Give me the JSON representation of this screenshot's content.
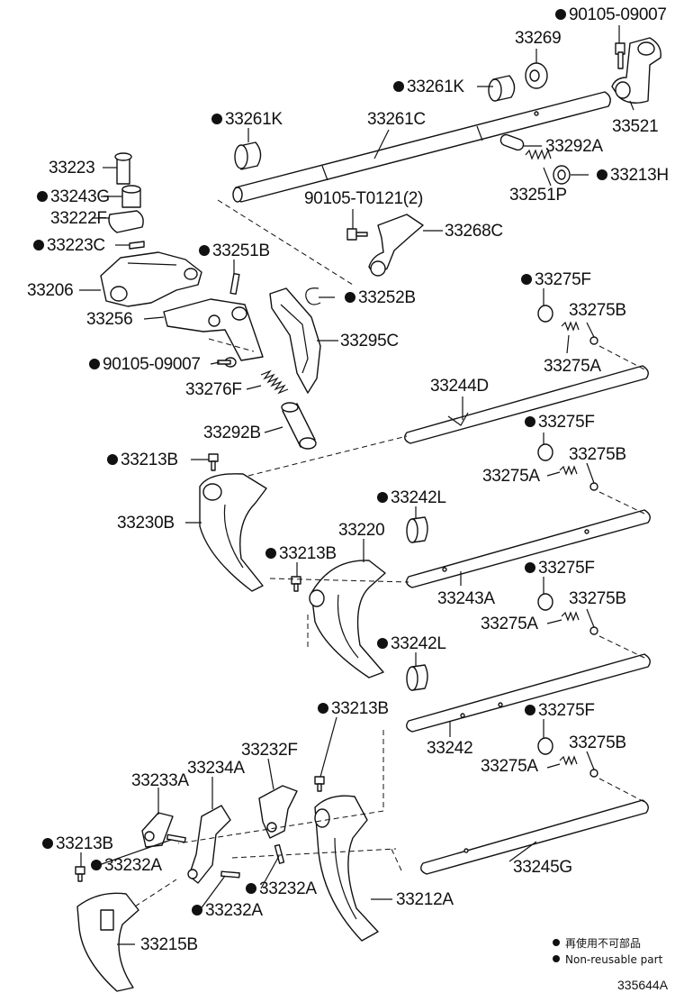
{
  "diagram_code": "335644A",
  "legend": {
    "bullet_jp": "再使用不可部品",
    "bullet_en": "Non-reusable part",
    "bullet_color": "#111111"
  },
  "labels": [
    {
      "id": "p90105_09007_top",
      "text": "90105-09007",
      "bullet": true
    },
    {
      "id": "p33269",
      "text": "33269",
      "bullet": false
    },
    {
      "id": "p33261K_a",
      "text": "33261K",
      "bullet": true
    },
    {
      "id": "p33521",
      "text": "33521",
      "bullet": false
    },
    {
      "id": "p33261K_b",
      "text": "33261K",
      "bullet": true
    },
    {
      "id": "p33261C",
      "text": "33261C",
      "bullet": false
    },
    {
      "id": "p33292A",
      "text": "33292A",
      "bullet": false
    },
    {
      "id": "p33223",
      "text": "33223",
      "bullet": false
    },
    {
      "id": "p33213H",
      "text": "33213H",
      "bullet": true
    },
    {
      "id": "p33251P",
      "text": "33251P",
      "bullet": false
    },
    {
      "id": "p33243G",
      "text": "33243G",
      "bullet": true
    },
    {
      "id": "p90105_T0121",
      "text": "90105-T0121(2)",
      "bullet": false
    },
    {
      "id": "p33222F",
      "text": "33222F",
      "bullet": false
    },
    {
      "id": "p33268C",
      "text": "33268C",
      "bullet": false
    },
    {
      "id": "p33223C",
      "text": "33223C",
      "bullet": true
    },
    {
      "id": "p33251B",
      "text": "33251B",
      "bullet": true
    },
    {
      "id": "p33275F_1",
      "text": "33275F",
      "bullet": true
    },
    {
      "id": "p33206",
      "text": "33206",
      "bullet": false
    },
    {
      "id": "p33252B",
      "text": "33252B",
      "bullet": true
    },
    {
      "id": "p33256",
      "text": "33256",
      "bullet": false
    },
    {
      "id": "p33275B_1",
      "text": "33275B",
      "bullet": false
    },
    {
      "id": "p33295C",
      "text": "33295C",
      "bullet": false
    },
    {
      "id": "p90105_09007_mid",
      "text": "90105-09007",
      "bullet": true
    },
    {
      "id": "p33275A_1",
      "text": "33275A",
      "bullet": false
    },
    {
      "id": "p33276F",
      "text": "33276F",
      "bullet": false
    },
    {
      "id": "p33244D",
      "text": "33244D",
      "bullet": false
    },
    {
      "id": "p33275F_2",
      "text": "33275F",
      "bullet": true
    },
    {
      "id": "p33292B",
      "text": "33292B",
      "bullet": false
    },
    {
      "id": "p33275B_2",
      "text": "33275B",
      "bullet": false
    },
    {
      "id": "p33213B_1",
      "text": "33213B",
      "bullet": true
    },
    {
      "id": "p33275A_2",
      "text": "33275A",
      "bullet": false
    },
    {
      "id": "p33242L_1",
      "text": "33242L",
      "bullet": true
    },
    {
      "id": "p33230B",
      "text": "33230B",
      "bullet": false
    },
    {
      "id": "p33220",
      "text": "33220",
      "bullet": false
    },
    {
      "id": "p33213B_2",
      "text": "33213B",
      "bullet": true
    },
    {
      "id": "p33275F_3",
      "text": "33275F",
      "bullet": true
    },
    {
      "id": "p33243A",
      "text": "33243A",
      "bullet": false
    },
    {
      "id": "p33275B_3",
      "text": "33275B",
      "bullet": false
    },
    {
      "id": "p33275A_3",
      "text": "33275A",
      "bullet": false
    },
    {
      "id": "p33242L_2",
      "text": "33242L",
      "bullet": true
    },
    {
      "id": "p33213B_3",
      "text": "33213B",
      "bullet": true
    },
    {
      "id": "p33275F_4",
      "text": "33275F",
      "bullet": true
    },
    {
      "id": "p33232F",
      "text": "33232F",
      "bullet": false
    },
    {
      "id": "p33242",
      "text": "33242",
      "bullet": false
    },
    {
      "id": "p33275B_4",
      "text": "33275B",
      "bullet": false
    },
    {
      "id": "p33234A",
      "text": "33234A",
      "bullet": false
    },
    {
      "id": "p33275A_4",
      "text": "33275A",
      "bullet": false
    },
    {
      "id": "p33233A",
      "text": "33233A",
      "bullet": false
    },
    {
      "id": "p33213B_4",
      "text": "33213B",
      "bullet": true
    },
    {
      "id": "p33232A_1",
      "text": "33232A",
      "bullet": true
    },
    {
      "id": "p33245G",
      "text": "33245G",
      "bullet": false
    },
    {
      "id": "p33232A_2",
      "text": "33232A",
      "bullet": true
    },
    {
      "id": "p33212A",
      "text": "33212A",
      "bullet": false
    },
    {
      "id": "p33232A_3",
      "text": "33232A",
      "bullet": true
    },
    {
      "id": "p33215B",
      "text": "33215B",
      "bullet": false
    }
  ]
}
